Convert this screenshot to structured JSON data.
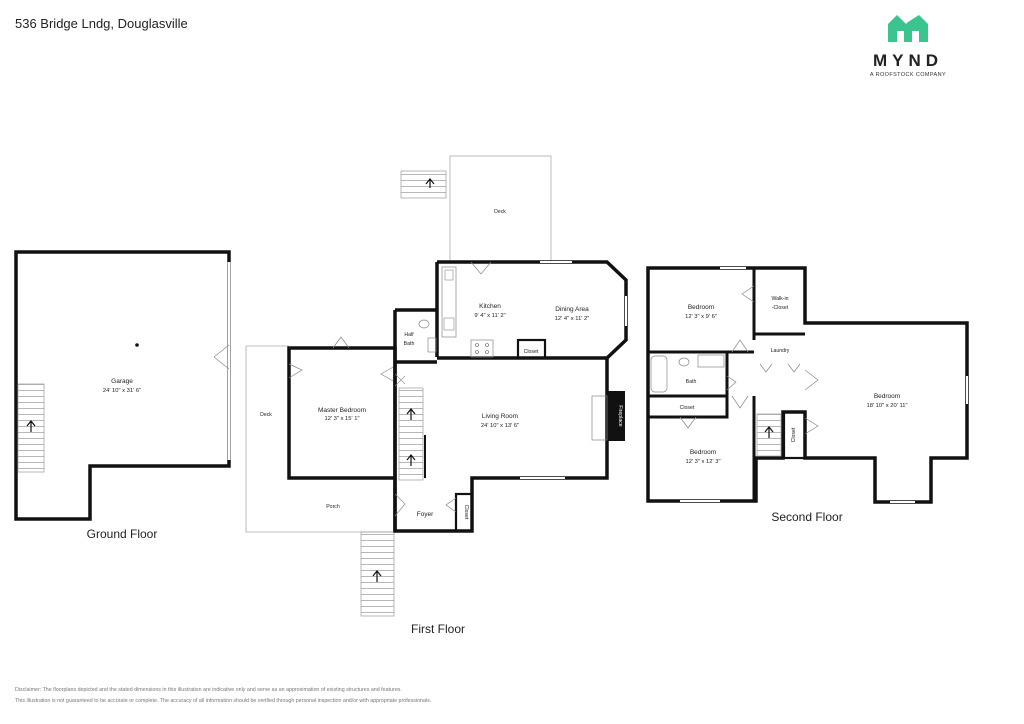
{
  "header": {
    "address": "536 Bridge Lndg, Douglasville",
    "brand": {
      "name": "MYND",
      "tagline": "A ROOFSTOCK COMPANY",
      "color": "#3bc48d"
    }
  },
  "floors": {
    "ground": "Ground Floor",
    "first": "First Floor",
    "second": "Second Floor"
  },
  "rooms": {
    "garage": {
      "name": "Garage",
      "dim": "24' 10\" x 31' 6\""
    },
    "deck_side": {
      "name": "Deck"
    },
    "deck_top": {
      "name": "Deck"
    },
    "master_bedroom": {
      "name": "Master Bedroom",
      "dim": "12' 3\" x 15' 1\""
    },
    "half_bath": {
      "name": "Half",
      "name2": "Bath"
    },
    "kitchen": {
      "name": "Kitchen",
      "dim": "9' 4\" x 11' 2\""
    },
    "dining_area": {
      "name": "Dining Area",
      "dim": "12' 4\" x 11' 2\""
    },
    "kitchen_closet": {
      "name": "Closet"
    },
    "living_room": {
      "name": "Living Room",
      "dim": "24' 10\" x 13' 6\""
    },
    "fireplace": {
      "name": "Fireplace"
    },
    "porch": {
      "name": "Porch"
    },
    "foyer": {
      "name": "Foyer"
    },
    "foyer_closet": {
      "name": "Closet"
    },
    "bedroom_a": {
      "name": "Bedroom",
      "dim": "12' 3\" x 9' 6\""
    },
    "walk_in_closet": {
      "name": "Walk-in",
      "name2": "-Closet"
    },
    "laundry": {
      "name": "Laundry"
    },
    "bath": {
      "name": "Bath"
    },
    "closet_upper": {
      "name": "Closet"
    },
    "closet_vertical": {
      "name": "Closet"
    },
    "bedroom_b": {
      "name": "Bedroom",
      "dim": "12' 3\" x 12' 3\""
    },
    "bedroom_c": {
      "name": "Bedroom",
      "dim": "18' 10\" x 20' 11\""
    }
  },
  "disclaimer": {
    "line1": "Disclaimer: The floorplans depicted and the stated dimensions in this illustration are indicative only and serve as an approximation of existing structures and features.",
    "line2": "This illustration is not guaranteed to be accurate or complete. The accuracy of all information should be verified through personal inspection and/or with appropriate professionals."
  }
}
